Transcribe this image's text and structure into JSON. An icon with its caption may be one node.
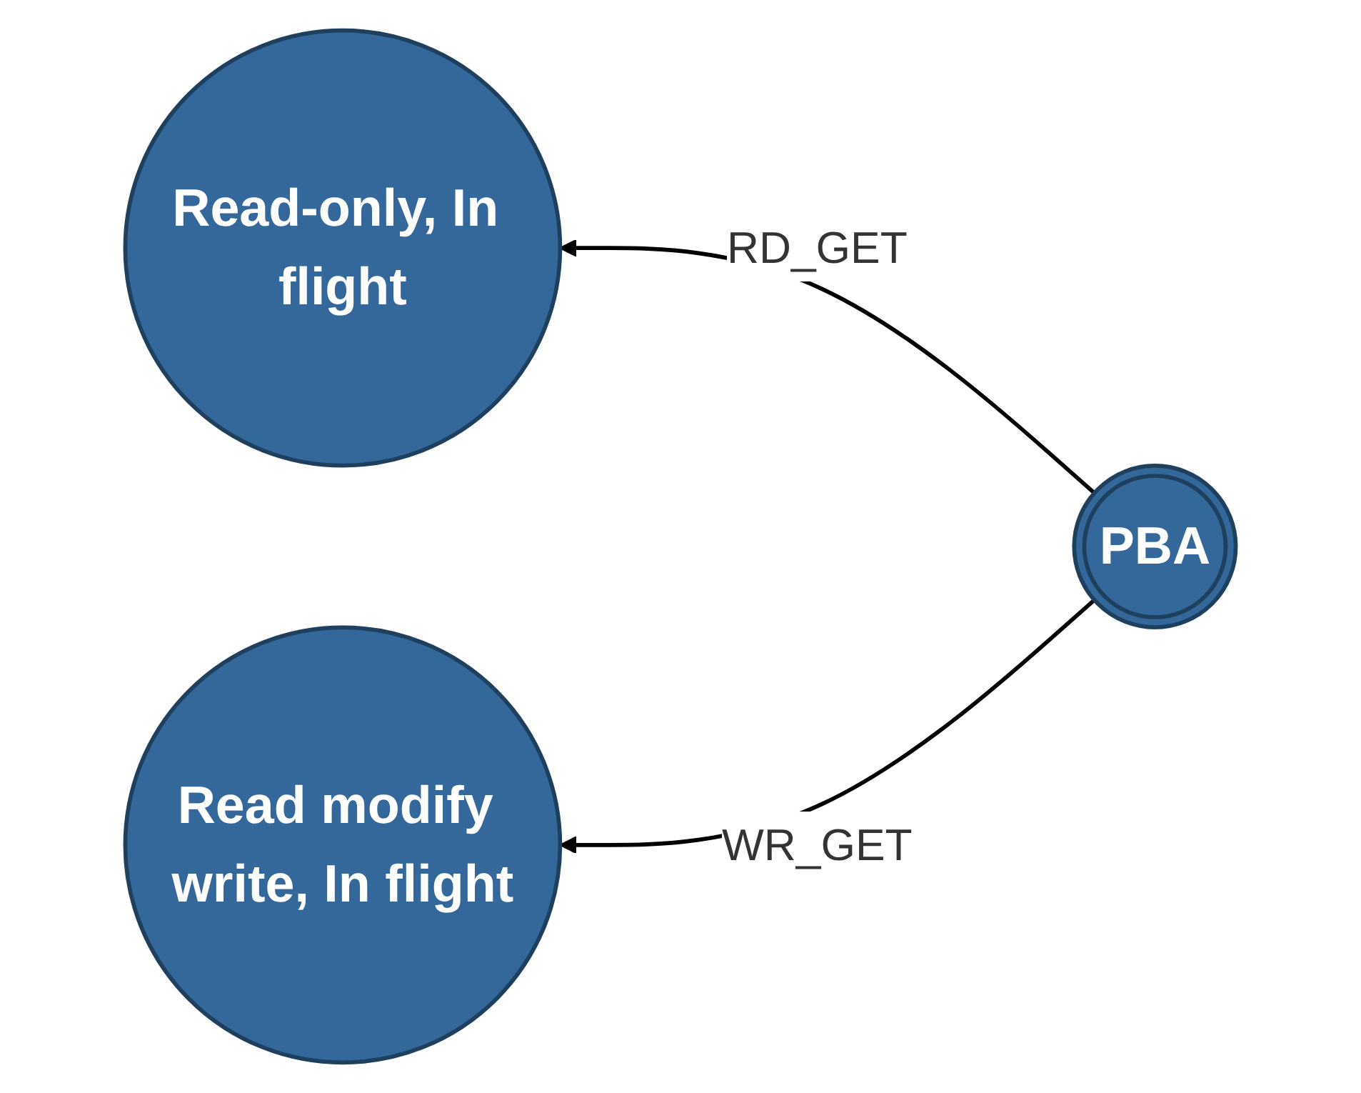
{
  "diagram": {
    "nodes": [
      {
        "text": [
          "Read-only, In flight"
        ]
      },
      {
        "text": [
          "PBA"
        ]
      },
      {
        "text": [
          "Read modify write, In flight"
        ]
      }
    ],
    "edges": [
      {
        "from": 1,
        "to": 0,
        "arrow": "to",
        "label": "RD_GET"
      },
      {
        "from": 1,
        "to": 2,
        "arrow": "to",
        "label": "WR_GET"
      }
    ]
  }
}
